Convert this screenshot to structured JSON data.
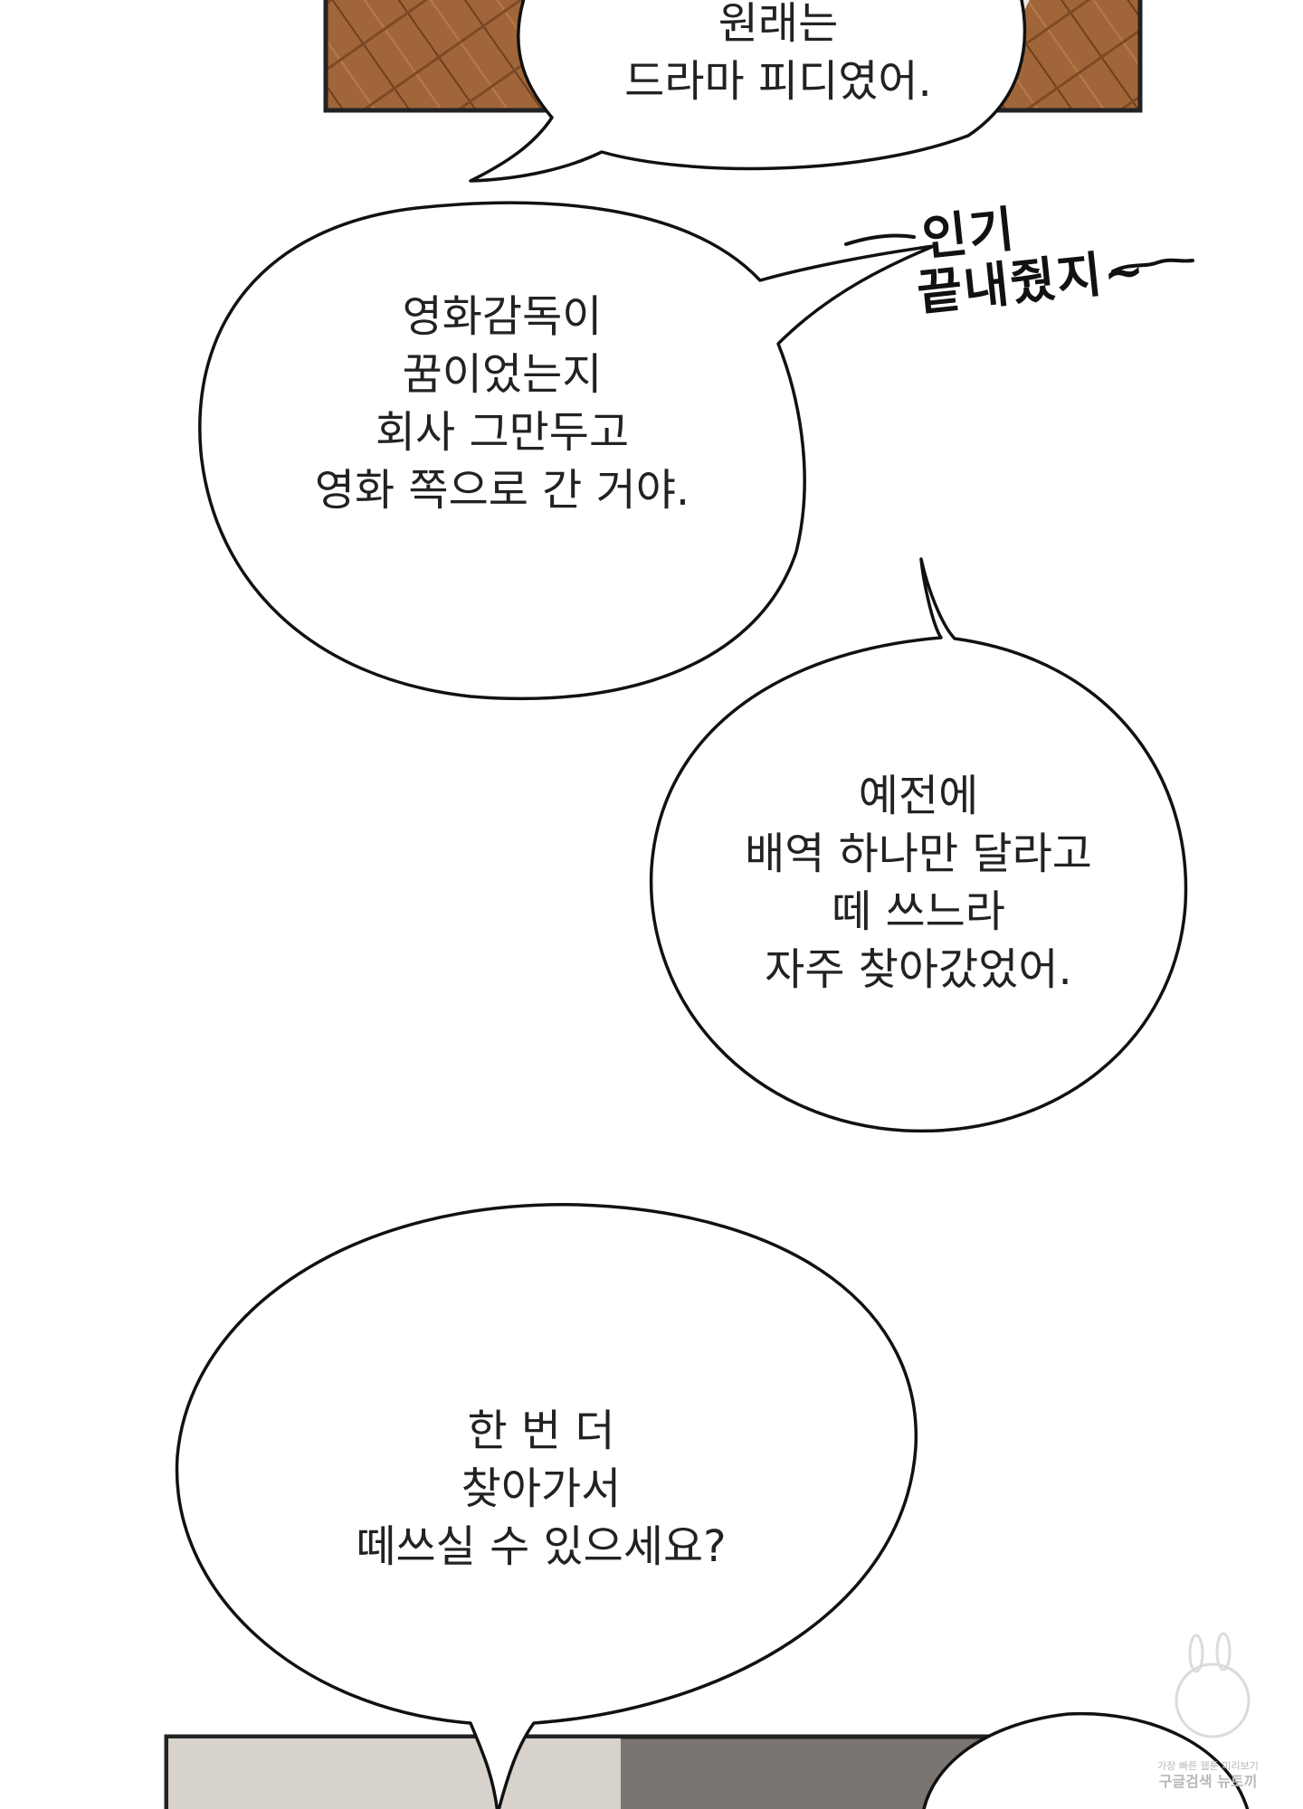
{
  "bubbles": [
    {
      "lines": [
        "원래는",
        "드라마 피디였어."
      ]
    },
    {
      "lines": [
        "영화감독이",
        "꿈이었는지",
        "회사 그만두고",
        "영화 쪽으로 간 거야."
      ]
    },
    {
      "lines": [
        "예전에",
        "배역 하나만 달라고",
        "떼 쓰느라",
        "자주 찾아갔었어."
      ]
    },
    {
      "lines": [
        "한 번 더",
        "찾아가서",
        "떼쓰실 수 있으세요?"
      ]
    }
  ],
  "sfx": {
    "lines": [
      "인기",
      "끝내줬지~"
    ]
  },
  "watermark": {
    "top": "가장 빠른 웹툰 미리보기",
    "bottom": "구글검색 뉴토끼"
  },
  "colors": {
    "wood": "#a0663a",
    "wood_dark": "#6e3f1e",
    "floor_light": "#efe9e1",
    "panel_border": "#222222",
    "bottom_panel": "#7a7570"
  }
}
